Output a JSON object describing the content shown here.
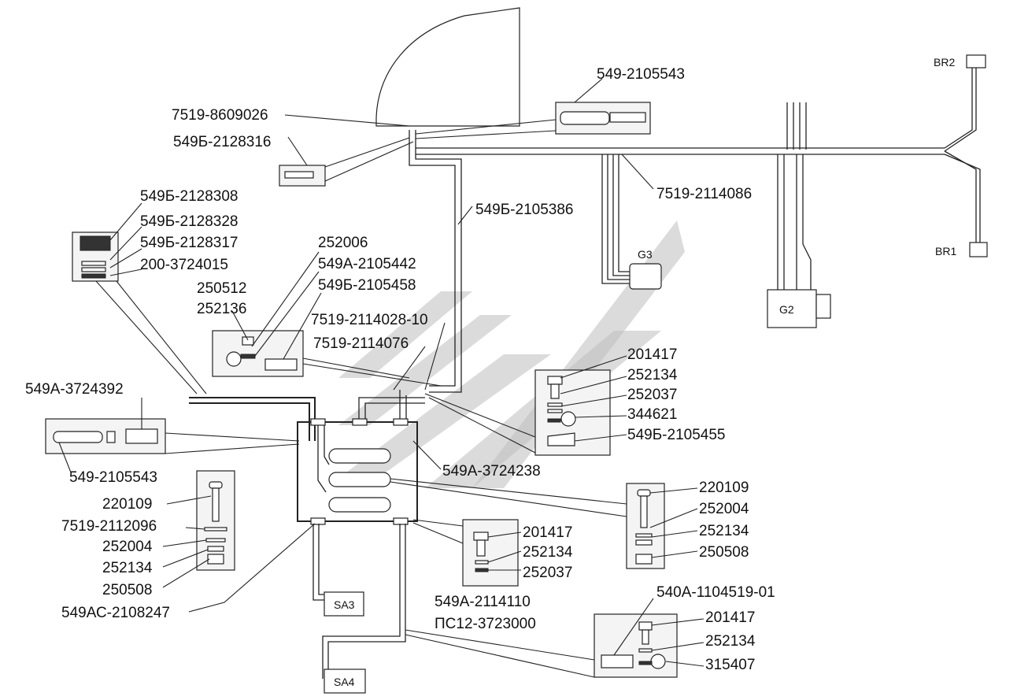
{
  "labels": {
    "p549_2105543_top": "549-2105543",
    "p7519_8609026": "7519-8609026",
    "p549b_2128316": "549Б-2128316",
    "p549b_2128308": "549Б-2128308",
    "p549b_2128328": "549Б-2128328",
    "p549b_2128317": "549Б-2128317",
    "p200_3724015": "200-3724015",
    "p549b_2105386": "549Б-2105386",
    "p7519_2114086": "7519-2114086",
    "p252006": "252006",
    "p549a_2105442": "549А-2105442",
    "p549b_2105458": "549Б-2105458",
    "p250512": "250512",
    "p252136": "252136",
    "p7519_2114028_10": "7519-2114028-10",
    "p7519_2114076": "7519-2114076",
    "p201417_a": "201417",
    "p252134_a": "252134",
    "p252037_a": "252037",
    "p344621": "344621",
    "p549b_2105455": "549Б-2105455",
    "p549a_3724392": "549А-3724392",
    "p549_2105543_left": "549-2105543",
    "p549a_3724238": "549А-3724238",
    "p220109_l": "220109",
    "p7519_2112096": "7519-2112096",
    "p252004_l": "252004",
    "p252134_l": "252134",
    "p250508_l": "250508",
    "p549ac_2108247": "549АС-2108247",
    "p220109_r": "220109",
    "p252004_r": "252004",
    "p252134_r": "252134",
    "p250508_r": "250508",
    "p201417_b": "201417",
    "p252134_b": "252134",
    "p252037_b": "252037",
    "p549a_2114110": "549А-2114110",
    "pc12_3723000": "ПС12-3723000",
    "p540a_1104519_01": "540А-1104519-01",
    "p201417_c": "201417",
    "p252134_c": "252134",
    "p315407": "315407"
  },
  "components": {
    "br2": "BR2",
    "br1": "BR1",
    "g3": "G3",
    "g2": "G2",
    "sa3": "SA3",
    "sa4": "SA4"
  }
}
